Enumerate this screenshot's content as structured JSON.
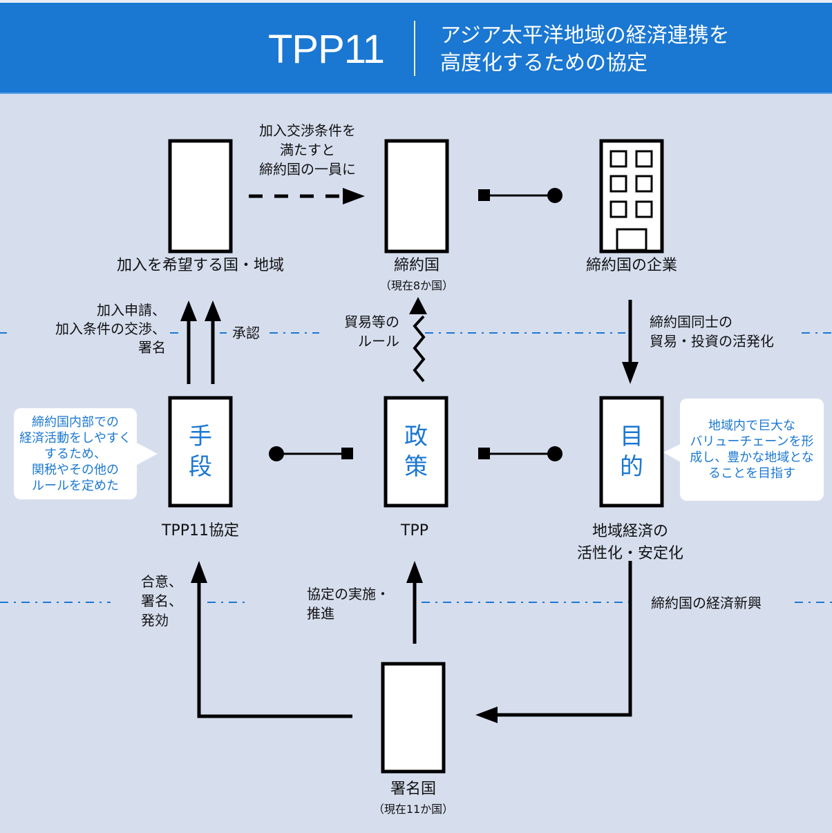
{
  "header": {
    "title": "TPP11",
    "subtitle": "アジア太平洋地域の経済連携を\n高度化するための協定",
    "bg_color": "#1a77d2"
  },
  "colors": {
    "background": "#d6deee",
    "accent": "#1a77d2",
    "line": "#000000",
    "dash_line": "#1a77d2"
  },
  "nodes": {
    "applicant": {
      "label": "加入を希望する国・地域"
    },
    "member": {
      "label": "締約国",
      "sub": "（現在8か国）"
    },
    "company": {
      "label": "締約国の企業",
      "icon": "building-icon"
    },
    "means": {
      "box_text": "手\n段",
      "label": "TPP11協定"
    },
    "policy": {
      "box_text": "政\n策",
      "label": "TPP"
    },
    "goal": {
      "box_text": "目\n的",
      "label": "地域経済の\n活性化・安定化"
    },
    "signatory": {
      "label": "署名国",
      "sub": "（現在11か国）"
    }
  },
  "edges": {
    "applicant_to_member": "加入交渉条件を\n満たすと\n締約国の一員に",
    "apply": "加入申請、\n加入条件の交渉、\n署名",
    "approve": "承認",
    "trade_rules": "貿易等の\nルール",
    "trade_invest": "締約国同士の\n貿易・投資の活発化",
    "agree_sign": "合意、\n署名、\n発効",
    "implement": "協定の実施・\n推進",
    "economy": "締約国の経済新興"
  },
  "bubbles": {
    "means": "締約国内部での\n経済活動をしやすく\nするため、\n関税やその他の\nルールを定めた",
    "goal": "地域内で巨大な\nバリューチェーンを形\n成し、豊かな地域とな\nることを目指す"
  }
}
